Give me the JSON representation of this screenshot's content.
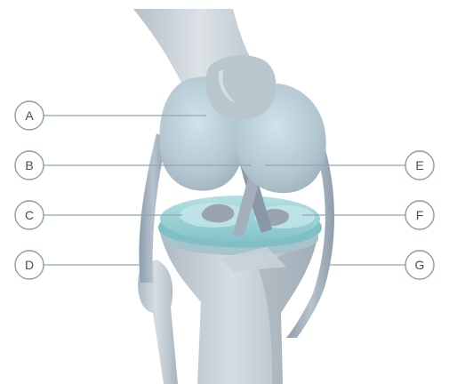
{
  "labels": {
    "a": "A",
    "b": "B",
    "c": "C",
    "d": "D",
    "e": "E",
    "f": "F",
    "g": "G"
  },
  "colors": {
    "bone": "#c3ccd3",
    "bone_light": "#dfe5e9",
    "bone_shadow": "#9aa6b0",
    "cartilage": "#a6d6db",
    "meniscus": "#94ced3",
    "ligament": "#98a6b3",
    "leader": "#8fa7b4",
    "circle_stroke": "#8a9aa8",
    "label_text": "#44505c"
  }
}
